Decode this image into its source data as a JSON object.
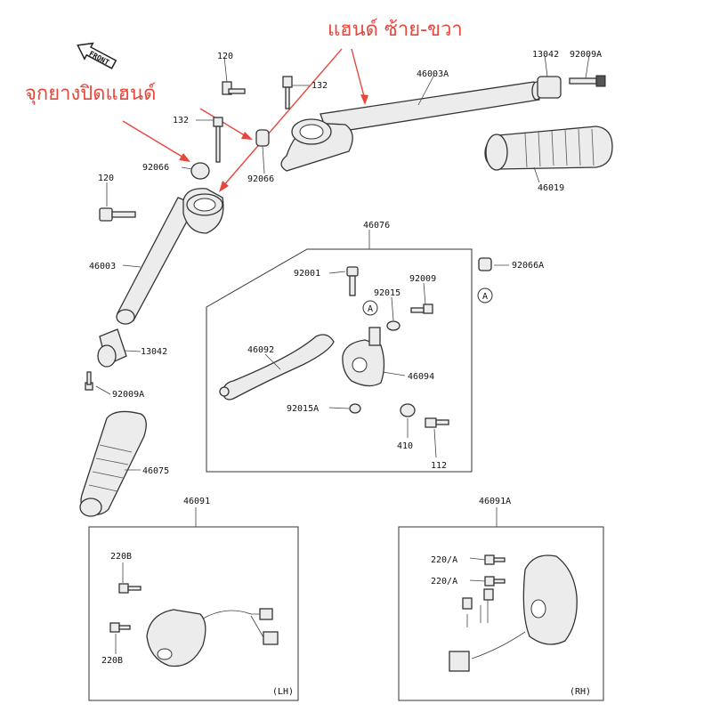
{
  "annotations": {
    "handlebar_lr": "แฮนด์ ซ้าย-ขวา",
    "bar_end_cap": "จุกยางปิดแฮนด์"
  },
  "front_label": "FRONT",
  "box_tags": {
    "lh": "(LH)",
    "rh": "(RH)"
  },
  "callout_letter": "A",
  "parts": [
    {
      "id": "p120a",
      "label": "120"
    },
    {
      "id": "p132a",
      "label": "132"
    },
    {
      "id": "p46003A",
      "label": "46003A"
    },
    {
      "id": "p13042a",
      "label": "13042"
    },
    {
      "id": "p92009Aa",
      "label": "92009A"
    },
    {
      "id": "p132b",
      "label": "132"
    },
    {
      "id": "p92066a",
      "label": "92066"
    },
    {
      "id": "p92066b",
      "label": "92066"
    },
    {
      "id": "p46019",
      "label": "46019"
    },
    {
      "id": "p120b",
      "label": "120"
    },
    {
      "id": "p46003",
      "label": "46003"
    },
    {
      "id": "p46076",
      "label": "46076"
    },
    {
      "id": "p92066A",
      "label": "92066A"
    },
    {
      "id": "p92001",
      "label": "92001"
    },
    {
      "id": "p92009",
      "label": "92009"
    },
    {
      "id": "p92015",
      "label": "92015"
    },
    {
      "id": "p13042b",
      "label": "13042"
    },
    {
      "id": "p46092",
      "label": "46092"
    },
    {
      "id": "p46094",
      "label": "46094"
    },
    {
      "id": "p92009Ab",
      "label": "92009A"
    },
    {
      "id": "p92015A",
      "label": "92015A"
    },
    {
      "id": "p410",
      "label": "410"
    },
    {
      "id": "p112",
      "label": "112"
    },
    {
      "id": "p46075",
      "label": "46075"
    },
    {
      "id": "p46091",
      "label": "46091"
    },
    {
      "id": "p46091A",
      "label": "46091A"
    },
    {
      "id": "p220Ba",
      "label": "220B"
    },
    {
      "id": "p220Bb",
      "label": "220B"
    },
    {
      "id": "p220Aa",
      "label": "220/A"
    },
    {
      "id": "p220Ab",
      "label": "220/A"
    }
  ]
}
